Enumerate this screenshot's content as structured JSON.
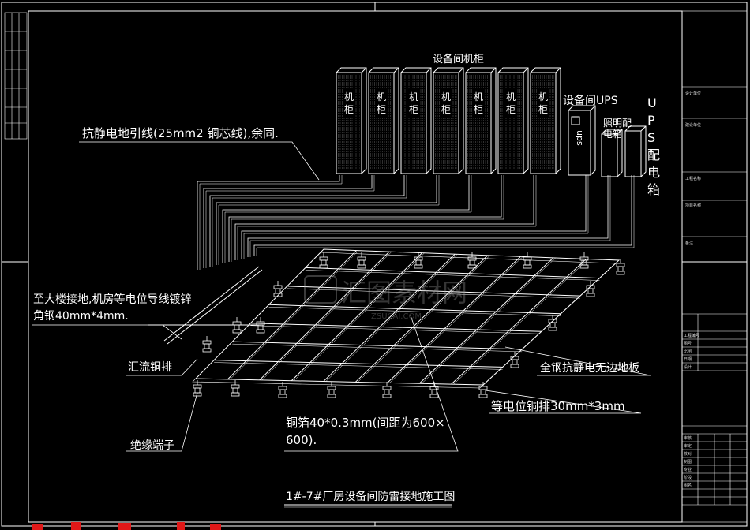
{
  "drawing": {
    "cabinet_group_title": "设备间机柜",
    "cabinet_label": "机柜",
    "cabinet_count": 7,
    "ups_cabinet_label": "设备间UPS",
    "ups_box_text": "ups",
    "lighting_box_label": "照明配电箱",
    "ups_distribution_label": "UPS配电箱",
    "lead_wire_label": "抗静电地引线(25mm2 铜芯线),余同.",
    "building_ground_label_1": "至大楼接地,机房等电位导线镀锌",
    "building_ground_label_2": "角钢40mm*4mm.",
    "busbar_label": "汇流铜排",
    "insulated_terminal_label": "绝缘端子",
    "floor_label": "全钢抗静电无边地板",
    "equipotential_label": "等电位铜排30mm*3mm",
    "copper_foil_label_1": "铜箔40*0.3mm(间距为600×",
    "copper_foil_label_2": "600).",
    "drawing_title": "1#-7#厂房设备间防雷接地施工图",
    "watermark_main": "汇图素材网",
    "watermark_sub": "ZSUCAI.COM"
  },
  "title_block": {
    "rows": [
      "设计单位",
      "建设单位",
      "工程名称",
      "项目名称",
      "备注",
      "工程编号",
      "图号",
      "比例",
      "日期",
      "设计",
      "审核",
      "审定",
      "校对",
      "制图",
      "专业",
      "阶段",
      "图名"
    ]
  }
}
